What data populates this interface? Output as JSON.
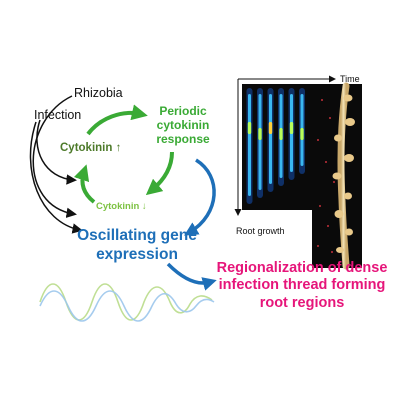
{
  "labels": {
    "rhizobia": "Rhizobia",
    "infection": "Infection",
    "periodic_response": "Periodic cytokinin response",
    "cytokinin_up": "Cytokinin ↑",
    "cytokinin_down": "Cytokinin ↓",
    "oscillating": "Oscillating gene expression",
    "regionalization": "Regionalization of dense infection thread forming root regions"
  },
  "micrograph": {
    "time_label": "Time",
    "root_growth_label": "Root growth",
    "stripe_count": 6
  },
  "colors": {
    "dark_green": "#4d7a2a",
    "green": "#3aaa35",
    "light_green": "#7dc242",
    "blue": "#1e6fb8",
    "magenta": "#e6157a",
    "wave_green": "#b9dc8a",
    "wave_blue": "#9cc6ec"
  }
}
